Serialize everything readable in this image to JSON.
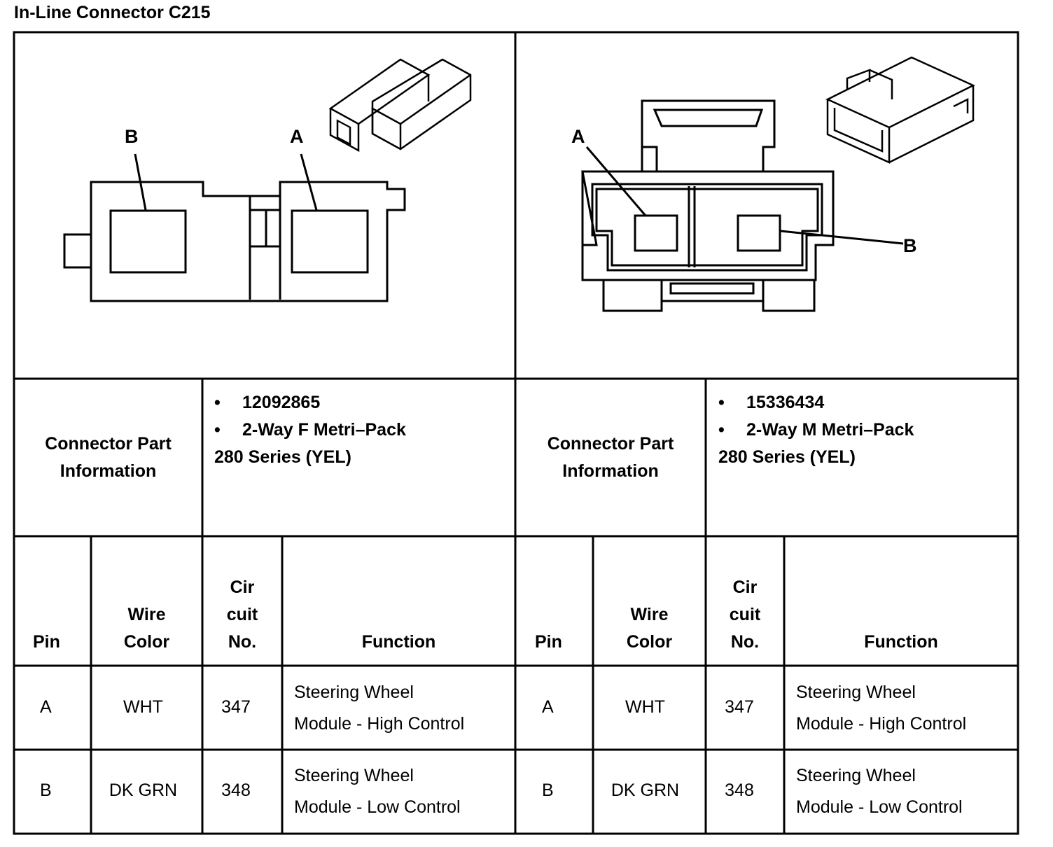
{
  "title": "In-Line Connector C215",
  "connectors": [
    {
      "diagram": {
        "pin_labels": [
          "B",
          "A"
        ]
      },
      "part_info_label": [
        "Connector Part",
        "Information"
      ],
      "part_number": "12092865",
      "part_desc_line1": "2-Way F Metri–Pack",
      "part_desc_line2": "280 Series (YEL)",
      "headers": {
        "pin": "Pin",
        "wire_color": [
          "Wire",
          "Color"
        ],
        "circuit": [
          "Cir",
          "cuit",
          "No."
        ],
        "function": "Function"
      },
      "rows": [
        {
          "pin": "A",
          "wire_color": "WHT",
          "circuit": "347",
          "function": [
            "Steering Wheel",
            "Module - High Control"
          ]
        },
        {
          "pin": "B",
          "wire_color": "DK GRN",
          "circuit": "348",
          "function": [
            "Steering Wheel",
            "Module - Low Control"
          ]
        }
      ]
    },
    {
      "diagram": {
        "pin_labels": [
          "A",
          "B"
        ]
      },
      "part_info_label": [
        "Connector Part",
        "Information"
      ],
      "part_number": "15336434",
      "part_desc_line1": "2-Way M Metri–Pack",
      "part_desc_line2": "280 Series (YEL)",
      "headers": {
        "pin": "Pin",
        "wire_color": [
          "Wire",
          "Color"
        ],
        "circuit": [
          "Cir",
          "cuit",
          "No."
        ],
        "function": "Function"
      },
      "rows": [
        {
          "pin": "A",
          "wire_color": "WHT",
          "circuit": "347",
          "function": [
            "Steering Wheel",
            "Module - High Control"
          ]
        },
        {
          "pin": "B",
          "wire_color": "DK GRN",
          "circuit": "348",
          "function": [
            "Steering Wheel",
            "Module - Low Control"
          ]
        }
      ]
    }
  ],
  "bullet": "•"
}
